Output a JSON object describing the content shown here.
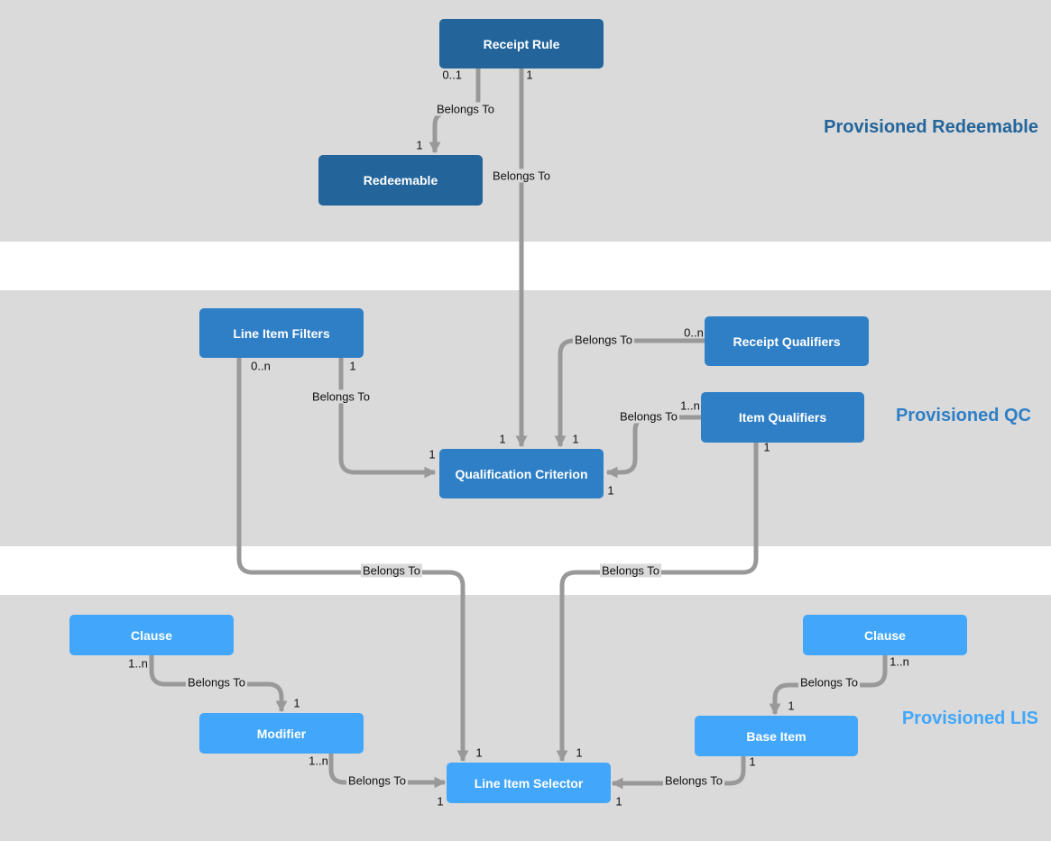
{
  "colors": {
    "dark": "#23659b",
    "mid": "#2f7fc6",
    "light": "#42a7fb",
    "edge": "#999999",
    "band": "#dadada"
  },
  "sections": {
    "redeemable": "Provisioned Redeemable",
    "qc": "Provisioned QC",
    "lis": "Provisioned LIS"
  },
  "nodes": {
    "receipt_rule": "Receipt Rule",
    "redeemable": "Redeemable",
    "line_item_filters": "Line Item Filters",
    "receipt_qualifiers": "Receipt Qualifiers",
    "item_qualifiers": "Item Qualifiers",
    "qualification_criterion": "Qualification Criterion",
    "clause_left": "Clause",
    "clause_right": "Clause",
    "modifier": "Modifier",
    "base_item": "Base Item",
    "line_item_selector": "Line Item Selector"
  },
  "edges": [
    {
      "from": "Receipt Rule",
      "to": "Redeemable",
      "label": "Belongs To",
      "from_mult": "0..1",
      "to_mult": "1"
    },
    {
      "from": "Receipt Rule",
      "to": "Qualification Criterion",
      "label": "Belongs To",
      "from_mult": "1",
      "to_mult": "1"
    },
    {
      "from": "Line Item Filters",
      "to": "Qualification Criterion",
      "label": "Belongs To",
      "from_mult": "1",
      "to_mult": "1"
    },
    {
      "from": "Receipt Qualifiers",
      "to": "Qualification Criterion",
      "label": "Belongs To",
      "from_mult": "0..n",
      "to_mult": "1"
    },
    {
      "from": "Item Qualifiers",
      "to": "Qualification Criterion",
      "label": "Belongs To",
      "from_mult": "1..n",
      "to_mult": "1"
    },
    {
      "from": "Line Item Filters",
      "to": "Line Item Selector",
      "label": "Belongs To",
      "from_mult": "0..n",
      "to_mult": "1"
    },
    {
      "from": "Item Qualifiers",
      "to": "Line Item Selector",
      "label": "Belongs To",
      "from_mult": "1",
      "to_mult": "1"
    },
    {
      "from": "Clause",
      "to": "Modifier",
      "label": "Belongs To",
      "from_mult": "1..n",
      "to_mult": "1"
    },
    {
      "from": "Clause",
      "to": "Base Item",
      "label": "Belongs To",
      "from_mult": "1..n",
      "to_mult": "1"
    },
    {
      "from": "Modifier",
      "to": "Line Item Selector",
      "label": "Belongs To",
      "from_mult": "1..n",
      "to_mult": "1"
    },
    {
      "from": "Base Item",
      "to": "Line Item Selector",
      "label": "Belongs To",
      "from_mult": "1",
      "to_mult": "1"
    }
  ]
}
